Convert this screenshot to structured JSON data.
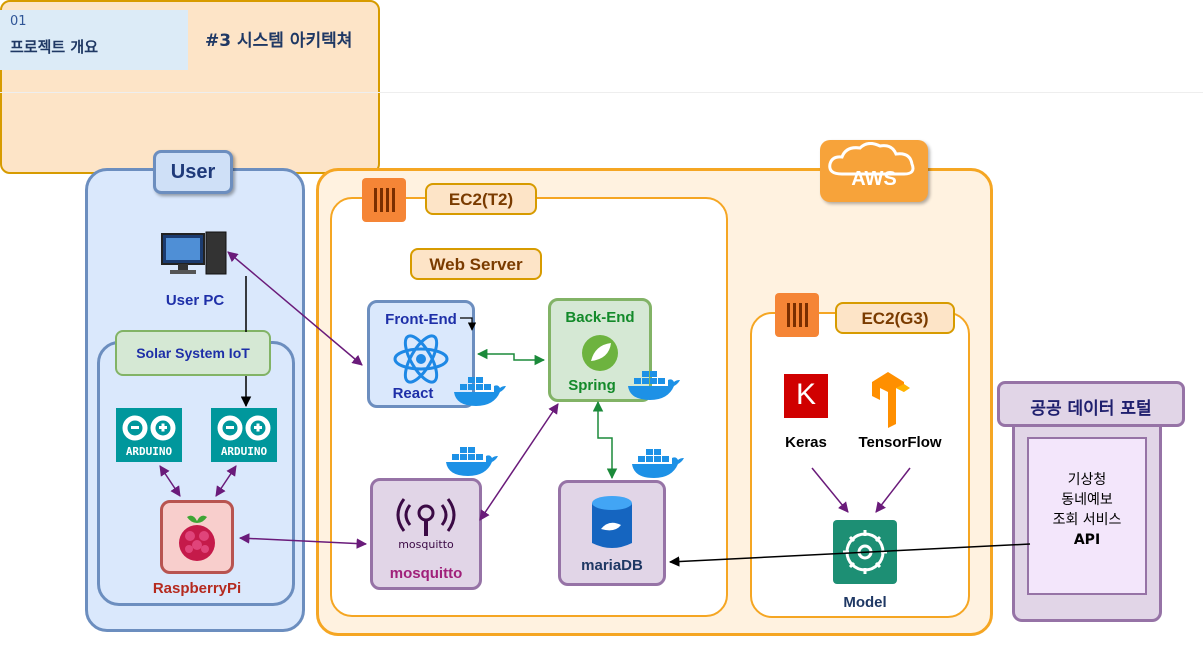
{
  "header": {
    "section_number": "01",
    "section_title": "프로젝트 개요",
    "page_title": "#3 시스템 아키텍쳐"
  },
  "user_group": {
    "title": "User",
    "pc_label": "User PC",
    "iot_title": "Solar System IoT",
    "arduino_label": "ARDUINO",
    "raspberry_label": "RaspberryPi"
  },
  "aws": {
    "title": "AWS",
    "ec2_t2": "EC2(T2)",
    "web_server": "Web Server",
    "frontend_title": "Front-End",
    "frontend_tech": "React",
    "backend_title": "Back-End",
    "backend_tech": "Spring",
    "mosquitto_logo_text": "mosquitto",
    "mosquitto_label": "mosquitto",
    "mariadb_label": "mariaDB",
    "ec2_g3": "EC2(G3)",
    "keras_logo": "K",
    "keras_label": "Keras",
    "tensorflow_label": "TensorFlow",
    "model_label": "Model"
  },
  "public_data": {
    "title": "공공 데이터 포털",
    "lines": [
      "기상청",
      "동네예보",
      "조회 서비스"
    ],
    "api": "API"
  },
  "colors": {
    "user_fill": "#dae8fc",
    "user_stroke": "#6c8ebf",
    "aws_fill": "#fff2e0",
    "aws_stroke": "#f5a623",
    "purple_fill": "#e1d5e7",
    "purple_stroke": "#9673a6",
    "green_fill": "#d5e8d4",
    "connector_purple": "#6a1b7a",
    "connector_green": "#1b8a3a"
  }
}
